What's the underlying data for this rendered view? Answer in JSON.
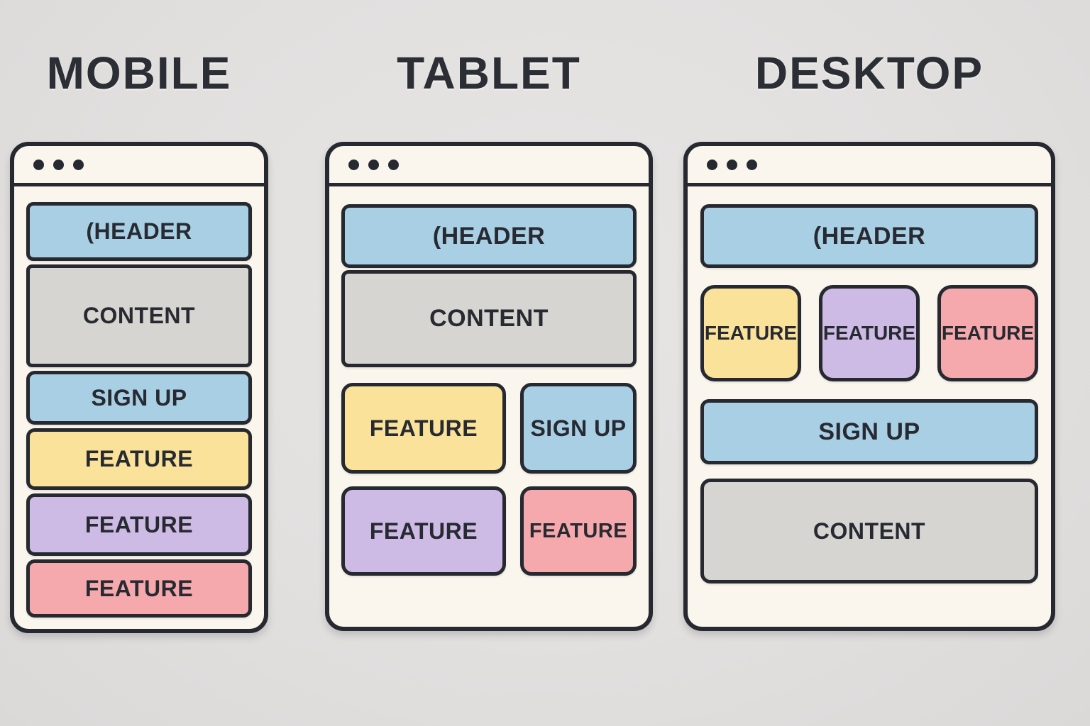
{
  "diagram": {
    "subject": "responsive-layout-wireframes",
    "palette": {
      "background": "#e3e1e0",
      "frame_fill": "#faf6ee",
      "ink": "#26292f",
      "blue": "#a9cfe5",
      "gray": "#d7d5d1",
      "yellow": "#fae29b",
      "purple": "#cebbe5",
      "pink": "#f6a9ad"
    },
    "window_dots_per_frame": 3
  },
  "sections": {
    "mobile": {
      "title": "MOBILE",
      "blocks": [
        {
          "label": "(HEADER",
          "color": "blue"
        },
        {
          "label": "CONTENT",
          "color": "gray"
        },
        {
          "label": "SIGN UP",
          "color": "blue"
        },
        {
          "label": "FEATURE",
          "color": "yellow"
        },
        {
          "label": "FEATURE",
          "color": "purple"
        },
        {
          "label": "FEATURE",
          "color": "pink"
        }
      ]
    },
    "tablet": {
      "title": "TABLET",
      "blocks": [
        {
          "label": "(HEADER",
          "color": "blue"
        },
        {
          "label": "CONTENT",
          "color": "gray"
        },
        {
          "label": "FEATURE",
          "color": "yellow"
        },
        {
          "label": "SIGN UP",
          "color": "blue"
        },
        {
          "label": "FEATURE",
          "color": "purple"
        },
        {
          "label": "FEATURE",
          "color": "pink"
        }
      ]
    },
    "desktop": {
      "title": "DESKTOP",
      "blocks": [
        {
          "label": "(HEADER",
          "color": "blue"
        },
        {
          "label": "FEATURE",
          "color": "yellow"
        },
        {
          "label": "FEATURE",
          "color": "purple"
        },
        {
          "label": "FEATURE",
          "color": "pink"
        },
        {
          "label": "SIGN UP",
          "color": "blue"
        },
        {
          "label": "CONTENT",
          "color": "gray"
        }
      ]
    }
  }
}
